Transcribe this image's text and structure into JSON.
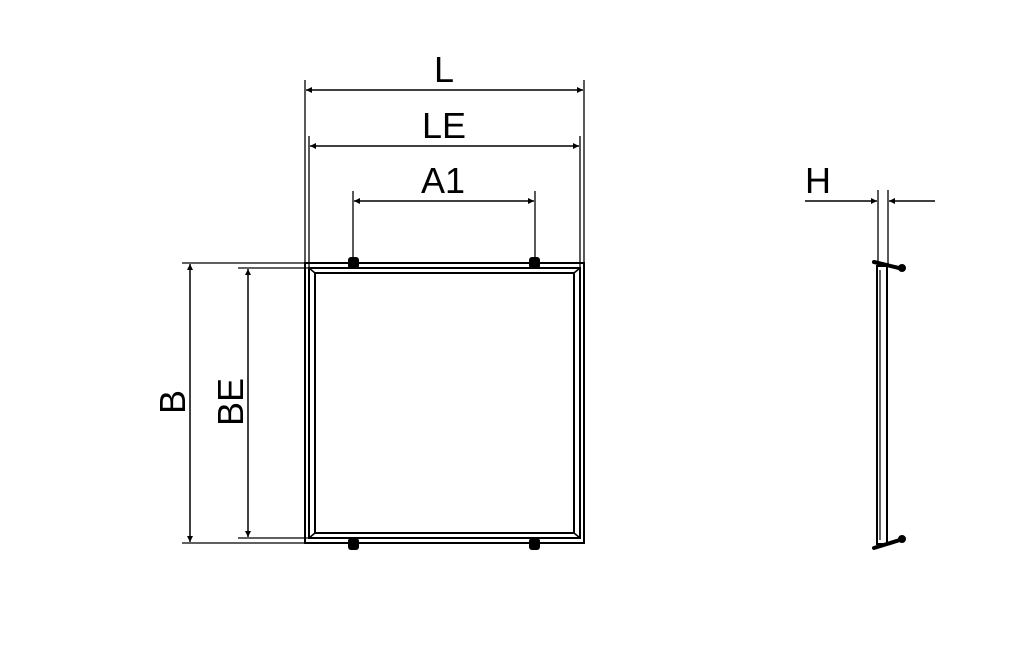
{
  "labels": {
    "L": "L",
    "LE": "LE",
    "A1": "A1",
    "B": "B",
    "BE": "BE",
    "H": "H"
  },
  "colors": {
    "line": "#000000",
    "background": "#ffffff"
  }
}
